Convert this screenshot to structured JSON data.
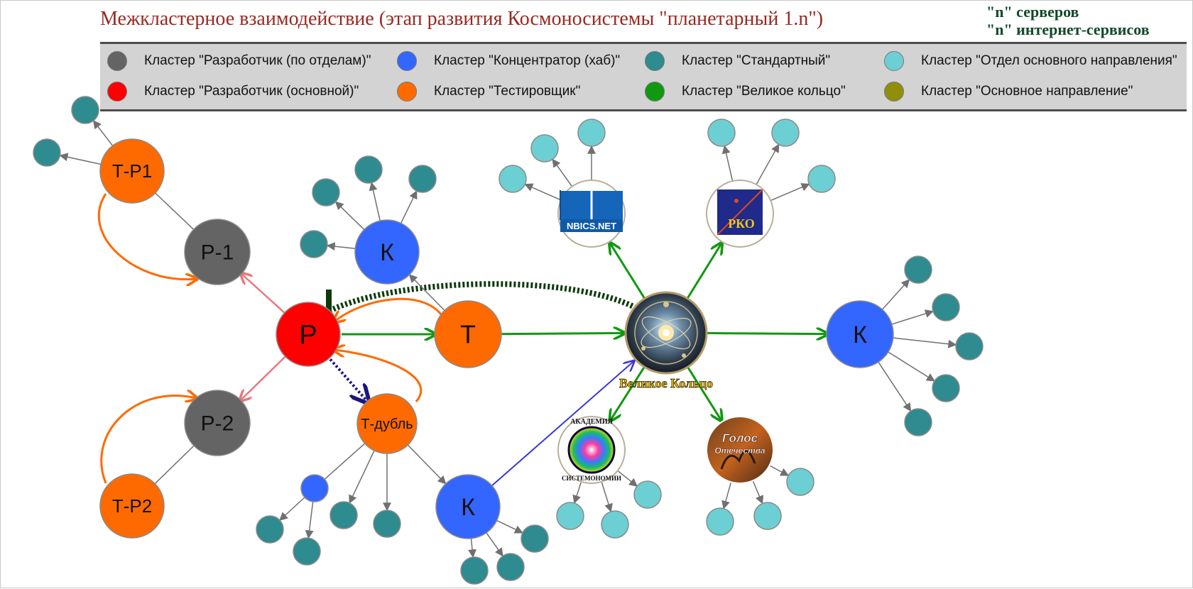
{
  "header": {
    "title": "Межкластерное взаимодействие (этап развития Космоносистемы \"планетарный 1.n\")",
    "servers": "\"n\" серверов",
    "services": "\"n\" интернет-сервисов"
  },
  "legend": [
    {
      "label": "Кластер \"Разработчик (по отделам)\"",
      "color": "#646464"
    },
    {
      "label": "Кластер \"Концентратор (хаб)\"",
      "color": "#3366ff"
    },
    {
      "label": "Кластер \"Стандартный\"",
      "color": "#2e8b8f"
    },
    {
      "label": "Кластер \"Отдел основного направления\"",
      "color": "#6ccfd3"
    },
    {
      "label": "Кластер \"Разработчик (основной)\"",
      "color": "#ff0000"
    },
    {
      "label": "Кластер \"Тестировщик\"",
      "color": "#ff6a00"
    },
    {
      "label": "Кластер \"Великое кольцо\"",
      "color": "#109910"
    },
    {
      "label": "Кластер \"Основное направление\"",
      "color": "#8f8f0c"
    }
  ],
  "nodes": {
    "tp1": "Т-Р1",
    "p1": "Р-1",
    "p": "Р",
    "p2": "Р-2",
    "tp2": "Т-Р2",
    "t": "Т",
    "tdouble": "Т-дубль",
    "k_top": "К",
    "k_bottom": "К",
    "k_right": "К",
    "great_ring": "Великое Кольцо"
  },
  "logos": {
    "nbics": "NBICS.NET",
    "rko": "РКО",
    "academy_top": "АКАДЕМИЯ",
    "academy_bottom": "СИСТЕМОНОМИИ",
    "golos_1": "Голос",
    "golos_2": "Отечества"
  },
  "colors": {
    "title": "#9a2820",
    "corner_text": "#134a2a",
    "developer_main": "#ff0000",
    "developer_dept": "#646464",
    "tester": "#ff6a00",
    "hub": "#3366ff",
    "standard": "#2e8b8f",
    "main_direction_dept": "#6ccfd3",
    "great_ring_arrows": "#109910",
    "pink_arrows": "#e8787e",
    "dark_green_dashed": "#0b3a0b",
    "navy_dotted": "#1b1480",
    "blue_line": "#3a35d8"
  }
}
